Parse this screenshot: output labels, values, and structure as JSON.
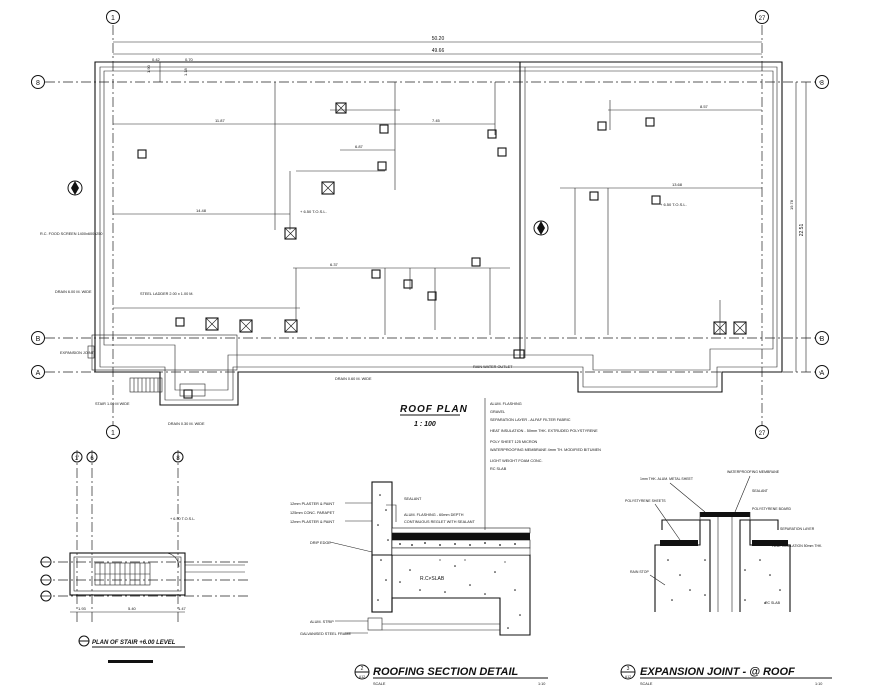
{
  "plan": {
    "title": "ROOF PLAN",
    "scale": "1 : 100",
    "dims": {
      "overall_outer": "50.20",
      "overall_inner": "49.66",
      "right_vertical": "22.51",
      "right_vertical_inner": "19.78",
      "left_bays": [
        "1.90",
        "1.18"
      ],
      "top_misc": [
        "0.42",
        "0.70"
      ],
      "mid_runs": [
        "11.87",
        "14.48",
        "7.45",
        "6.37",
        "6.87",
        "8.57",
        "13.68"
      ]
    },
    "grid": {
      "left": "1",
      "right": "27",
      "top_row": "8",
      "mid_row": "B",
      "bottom_row": "A"
    },
    "notes": {
      "rcc_band": "R.C. FOOD SCREEN 1400x600x250",
      "drain_left": "DRAIN 6.00 M. WIDE",
      "steel_ladder": "STEEL LADDER 2.00 x 1.00 M.",
      "drain_mid": "DRAIN 0.60 M. WIDE",
      "rainwater_outlet": "RAIN WATER OUTLET",
      "drain_bottom": "DRAIN 0.30 M. WIDE",
      "stair_label": "STAIR 1.00 M WIDE",
      "slab_level": "+ 6.50 T.O.S.L.",
      "expansion_joint": "EXPANSION JOINT"
    }
  },
  "stair": {
    "title": "PLAN OF STAIR +6.00 LEVEL",
    "grid_marks": [
      "1'",
      "6",
      "8"
    ],
    "dims": [
      "1.93",
      "5.40",
      "1.47"
    ]
  },
  "roofing": {
    "title": "ROOFING SECTION DETAIL",
    "scale": "SCALE",
    "scale_value": "1:10",
    "number": "2",
    "sheet": "A12",
    "layers": [
      "ALUM. FLASHING",
      "GRAVEL",
      "SEPARATION LAYER - ALFAF FILTER FABRIC",
      "HEAT INSULATION - 50mm THK. EXTRUDED POLYSTYRENE",
      "POLY SHEET 125 MICRON",
      "WATERPROOFING MEMBRANE 4mm TH. MODIFIED BITUMEN",
      "LIGHT WEIGHT FOAM CONC.",
      "RC SLAB"
    ],
    "left_notes": [
      "12mm PLASTER & PAINT",
      "125mm CONC. PARAPET",
      "12mm PLASTER & PAINT"
    ],
    "drip": "DRIP EDGE",
    "sealant": "SEALANT",
    "flashing_note": "ALUM. FLASHING - 60mm DEPTH",
    "flashing_note2": "CONTINUOUS REGLET WITH SEALANT",
    "slab": "R.C. SLAB",
    "bottom_notes": [
      "ALUM. STRIP",
      "GALVANISED STEEL FRAME"
    ]
  },
  "expansion": {
    "title": "EXPANSION JOINT - @ ROOF",
    "scale": "SCALE",
    "scale_value": "1:10",
    "number": "3",
    "sheet": "A12",
    "notes": [
      "1mm THK. ALUM. METAL SHEET",
      "WATERPROOFING MEMBRANE",
      "SEALANT",
      "POLYSTYRENE BOARD",
      "POLYSTYRENE SHEETS",
      "HEAT INSULATION 50mm THK.",
      "SEPARATION LAYER",
      "RAIN STOP",
      "RC SLAB"
    ]
  },
  "colors": {
    "ink": "#111111",
    "paper": "#ffffff"
  }
}
